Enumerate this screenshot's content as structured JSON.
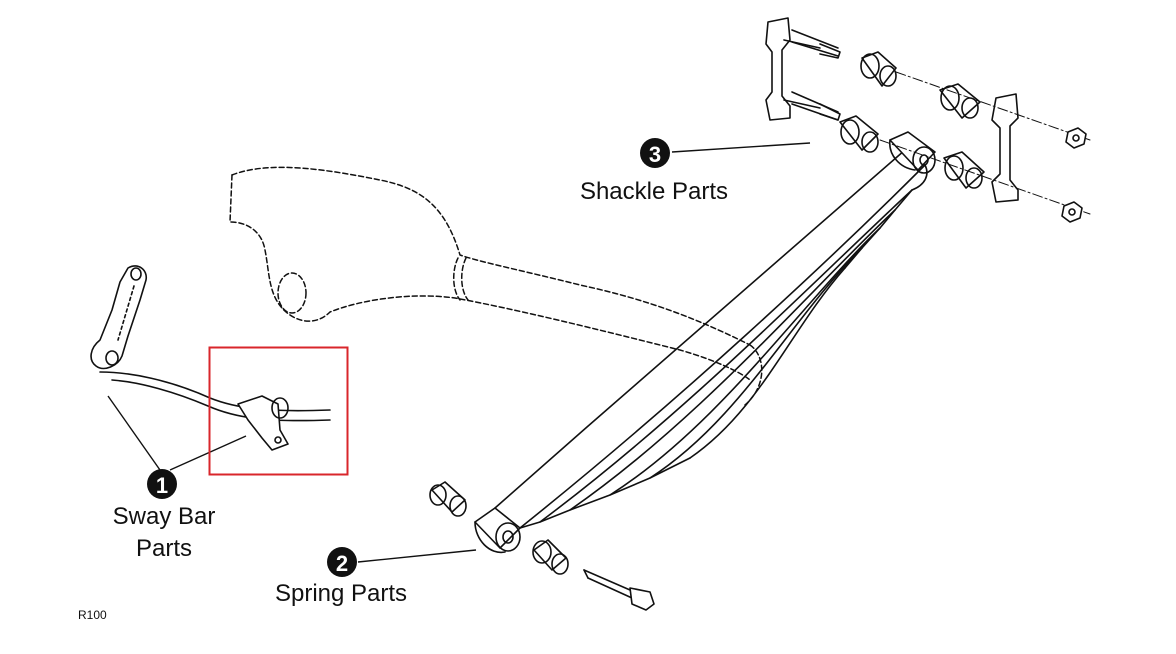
{
  "callouts": [
    {
      "number": "1",
      "label_lines": [
        "Sway Bar",
        "Parts"
      ]
    },
    {
      "number": "2",
      "label_lines": [
        "Spring Parts"
      ]
    },
    {
      "number": "3",
      "label_lines": [
        "Shackle Parts"
      ]
    }
  ],
  "figure_code": "R100",
  "colors": {
    "line": "#111111",
    "badge": "#111111",
    "highlight_box": "#d9262b"
  }
}
